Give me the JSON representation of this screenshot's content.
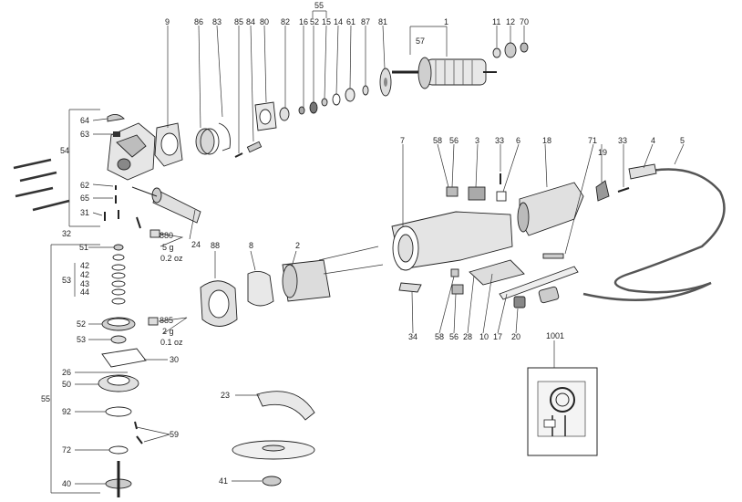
{
  "labels": {
    "top": [
      "9",
      "86",
      "83",
      "85",
      "84",
      "80",
      "82",
      "16",
      "55",
      "52",
      "15",
      "14",
      "61",
      "87",
      "81",
      "1",
      "57",
      "11",
      "12",
      "70"
    ],
    "left": [
      "64",
      "63",
      "54",
      "62",
      "65",
      "31",
      "32",
      "880",
      "5 g",
      "0.2 oz",
      "24",
      "51",
      "53",
      "42",
      "42",
      "43",
      "44",
      "52",
      "885",
      "2 g",
      "0.1 oz",
      "53",
      "30",
      "26",
      "50",
      "92",
      "59",
      "72",
      "40",
      "55",
      "41",
      "23",
      "88",
      "8",
      "2"
    ],
    "middle": [
      "7",
      "58",
      "56",
      "3",
      "33",
      "6",
      "18",
      "71",
      "19",
      "33",
      "4",
      "5",
      "34",
      "58",
      "56",
      "28",
      "10",
      "17",
      "20",
      "1001"
    ]
  },
  "colors": {
    "ink": "#222222",
    "leader": "#333333",
    "accent": "#d8d8d8"
  }
}
